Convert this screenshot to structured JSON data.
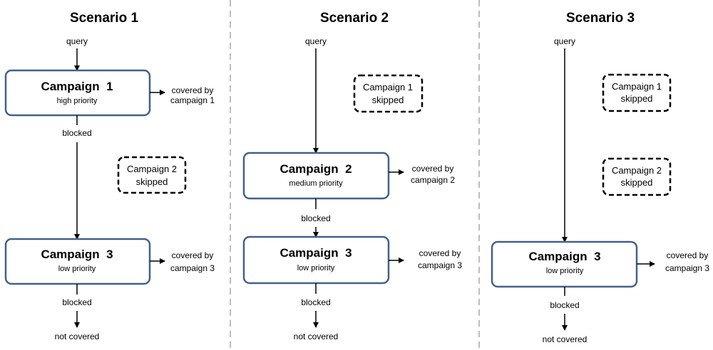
{
  "colors": {
    "box_border": "#44618a",
    "divider": "#bdbdbd",
    "text": "#000000"
  },
  "scenarios": [
    {
      "title": "Scenario 1",
      "query": "query",
      "campaign1": {
        "name": "Campaign  1",
        "priority": "high priority",
        "covered": [
          "covered by",
          "campaign 1"
        ]
      },
      "blocked_1": "blocked",
      "skipped": {
        "line1": "Campaign 2",
        "line2": "skipped"
      },
      "campaign3": {
        "name": "Campaign  3",
        "priority": "low priority",
        "covered": [
          "covered by",
          "campaign 3"
        ]
      },
      "blocked_2": "blocked",
      "not_covered": "not covered"
    },
    {
      "title": "Scenario 2",
      "query": "query",
      "skipped": {
        "line1": "Campaign 1",
        "line2": "skipped"
      },
      "campaign2": {
        "name": "Campaign  2",
        "priority": "medium priority",
        "covered": [
          "covered by",
          "campaign 2"
        ]
      },
      "blocked_1": "blocked",
      "campaign3": {
        "name": "Campaign  3",
        "priority": "low priority",
        "covered": [
          "covered by",
          "campaign 3"
        ]
      },
      "blocked_2": "blocked",
      "not_covered": "not covered"
    },
    {
      "title": "Scenario 3",
      "query": "query",
      "skipped_1": {
        "line1": "Campaign 1",
        "line2": "skipped"
      },
      "skipped_2": {
        "line1": "Campaign 2",
        "line2": "skipped"
      },
      "campaign3": {
        "name": "Campaign  3",
        "priority": "low priority",
        "covered": [
          "covered by",
          "campaign 3"
        ]
      },
      "blocked": "blocked",
      "not_covered": "not covered"
    }
  ]
}
